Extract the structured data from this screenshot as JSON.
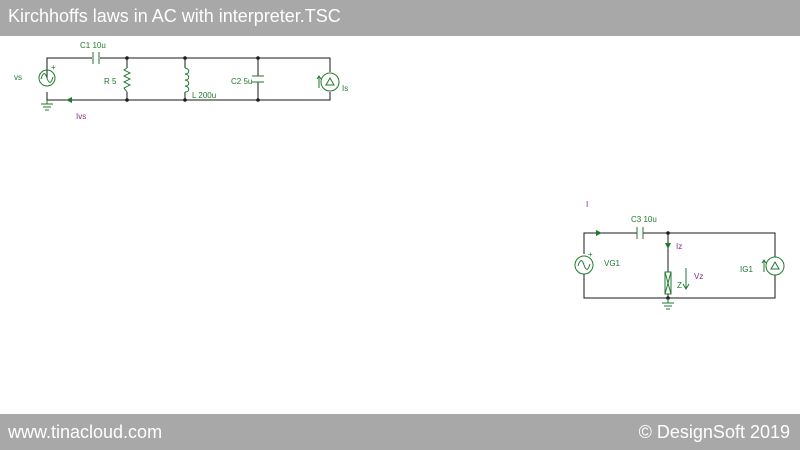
{
  "header": {
    "title": "Kirchhoffs laws in AC with interpreter.TSC"
  },
  "footer": {
    "left": "www.tinacloud.com",
    "right": "© DesignSoft 2019"
  },
  "circuit1": {
    "source_label": "vs",
    "capacitor_label": "C1 10u",
    "resistor_label": "R 5",
    "inductor_label": "L 200u",
    "capacitor2_label": "C2 5u",
    "current_source_label": "Is",
    "current_label": "Ivs"
  },
  "circuit2": {
    "current_label": "I",
    "capacitor_label": "C3 10u",
    "source_label": "VG1",
    "branch_current_label": "Iz",
    "voltage_label": "Vz",
    "impedance_label": "Z",
    "current_source_label": "IG1"
  }
}
